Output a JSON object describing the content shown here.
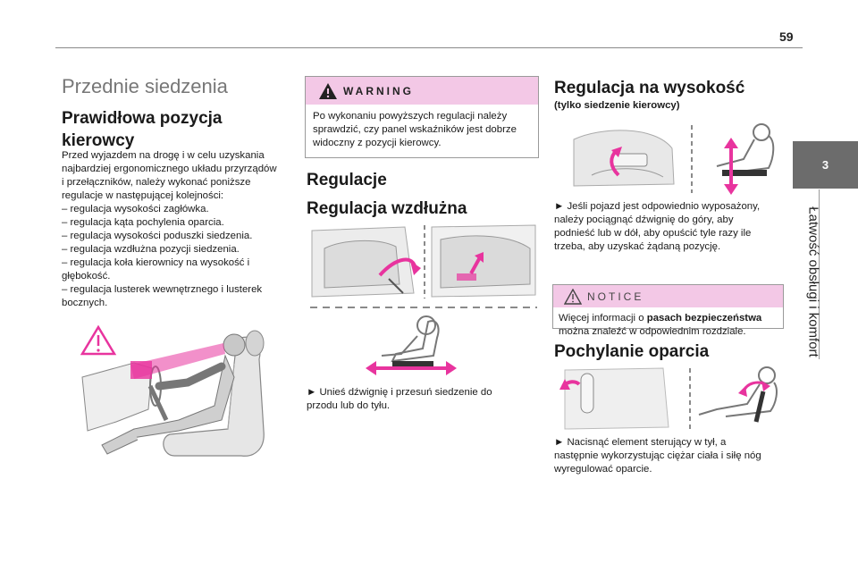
{
  "page_number": "59",
  "side_tab": {
    "number": "3",
    "title": "Łatwość obsługi i komfort"
  },
  "col1": {
    "section_title": "Przednie siedzenia",
    "heading": [
      "Prawidłowa pozycja",
      "kierowcy"
    ],
    "paragraphs": [
      "Przed wyjazdem na drogę i w celu uzyskania",
      "najbardziej ergonomicznego układu przyrządów",
      "i przełączników, należy wykonać poniższe",
      "regulacje w następującej kolejności:",
      "– regulacja wysokości zagłówka.",
      "– regulacja kąta pochylenia oparcia.",
      "– regulacja wysokości poduszki siedzenia.",
      "– regulacja wzdłużna pozycji siedzenia.",
      "– regulacja koła kierownicy na wysokość i",
      "głębokość.",
      "– regulacja lusterek wewnętrznego i lusterek",
      "bocznych."
    ]
  },
  "col2": {
    "warning": {
      "label": "WARNING",
      "lines": [
        "Po wykonaniu powyższych regulacji należy",
        "sprawdzić, czy panel wskaźników jest dobrze",
        "widoczny z pozycji kierowcy."
      ]
    },
    "heading_regulacje": "Regulacje",
    "heading_wzdluzna": "Regulacja wzdłużna",
    "instruction_lines": [
      "► Unieś dźwignię i przesuń siedzenie do",
      "przodu lub do tyłu."
    ]
  },
  "col3": {
    "heading_height": "Regulacja na wysokość",
    "subheading_height": "(tylko siedzenie kierowcy)",
    "height_lines": [
      "► Jeśli pojazd jest odpowiednio wyposażony,",
      "należy pociągnąć dźwignię do góry, aby",
      "podnieść lub w dół, aby opuścić tyle razy ile",
      "trzeba, aby uzyskać żądaną pozycję."
    ],
    "notice": {
      "label": "NOTICE",
      "line1": "Więcej informacji o ",
      "line1_bold": "pasach bezpieczeństwa",
      "line2": "można znaleźć w odpowiednim rozdziale."
    },
    "heading_recline": "Pochylanie oparcia",
    "recline_lines": [
      "► Nacisnąć element sterujący w tył, a",
      "następnie wykorzystując ciężar ciała i siłę nóg",
      "wyregulować oparcie."
    ]
  },
  "colors": {
    "accent_pink": "#e8349e",
    "warning_bg": "#f3c8e6",
    "tab_gray": "#6c6c6c"
  },
  "icons": [
    "warning-triangle-icon",
    "notice-triangle-icon"
  ]
}
